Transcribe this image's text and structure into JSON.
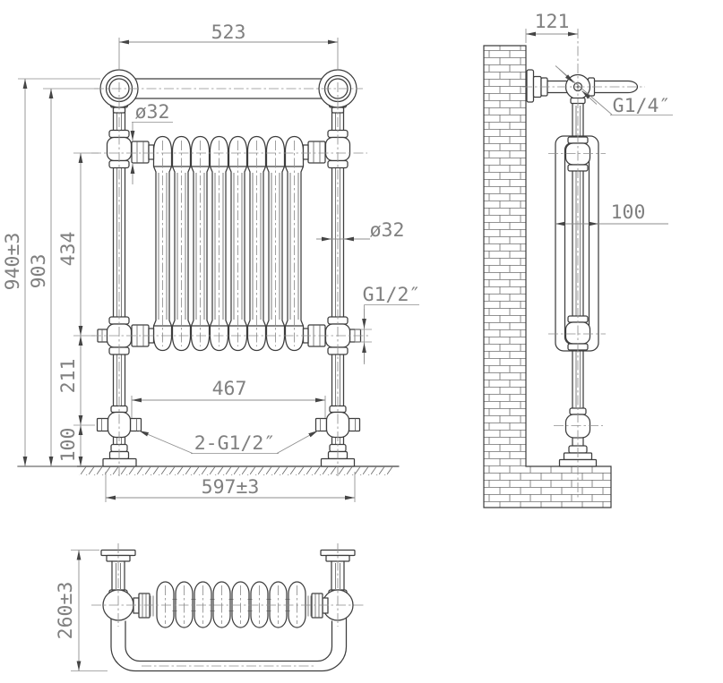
{
  "front_view": {
    "dims": {
      "rail_length": "523",
      "overall_height": "940±3",
      "rail_center_height": "903",
      "core_height": "434",
      "lower_height": "211",
      "foot_height": "100",
      "valve_centres": "467",
      "valve_threads": "2-G1/2″",
      "overall_width": "597±3",
      "nipple_diameter": "ø32",
      "tube_diameter": "ø32",
      "side_tapping": "G1/2″"
    }
  },
  "side_view": {
    "dims": {
      "wall_to_centre": "121",
      "air_vent_thread": "G1/4″",
      "column_depth": "100"
    }
  },
  "plan_view": {
    "dims": {
      "overall_depth": "260±3"
    }
  }
}
